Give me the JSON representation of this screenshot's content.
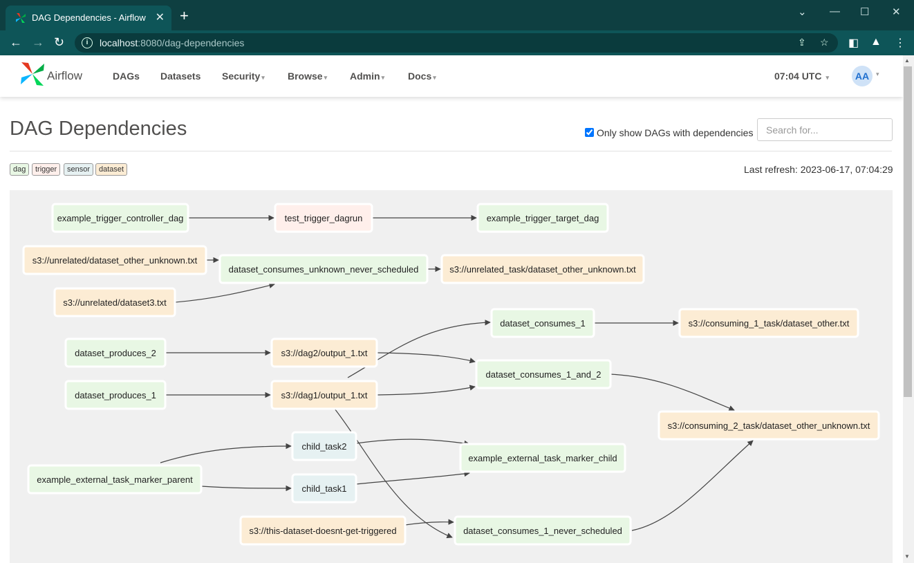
{
  "browser": {
    "tab_title": "DAG Dependencies - Airflow",
    "url_host": "localhost",
    "url_rest": ":8080/dag-dependencies"
  },
  "nav": {
    "logo_text": "Airflow",
    "items": [
      "DAGs",
      "Datasets",
      "Security",
      "Browse",
      "Admin",
      "Docs"
    ],
    "clock": "07:04 UTC",
    "avatar": "AA"
  },
  "page": {
    "title": "DAG Dependencies",
    "checkbox_label": "Only show DAGs with dependencies",
    "checkbox_checked": true,
    "search_placeholder": "Search for...",
    "last_refresh": "Last refresh: 2023-06-17, 07:04:29"
  },
  "legend": [
    {
      "label": "dag",
      "color": "#e8f7e4"
    },
    {
      "label": "trigger",
      "color": "#ffefeb"
    },
    {
      "label": "sensor",
      "color": "#e6f1f2"
    },
    {
      "label": "dataset",
      "color": "#fcecd4"
    }
  ],
  "colors": {
    "dag": "#e8f7e4",
    "trigger": "#ffefeb",
    "sensor": "#e6f1f2",
    "dataset": "#fcecd4",
    "accent": "#0e5558",
    "edge": "#444444"
  },
  "graph": {
    "nodes": [
      {
        "id": "n1",
        "label": "example_trigger_controller_dag",
        "kind": "dag"
      },
      {
        "id": "n2",
        "label": "test_trigger_dagrun",
        "kind": "trigger"
      },
      {
        "id": "n3",
        "label": "example_trigger_target_dag",
        "kind": "dag"
      },
      {
        "id": "n4",
        "label": "s3://unrelated/dataset_other_unknown.txt",
        "kind": "dataset"
      },
      {
        "id": "n5",
        "label": "dataset_consumes_unknown_never_scheduled",
        "kind": "dag"
      },
      {
        "id": "n6",
        "label": "s3://unrelated_task/dataset_other_unknown.txt",
        "kind": "dataset"
      },
      {
        "id": "n7",
        "label": "s3://unrelated/dataset3.txt",
        "kind": "dataset"
      },
      {
        "id": "n8",
        "label": "dataset_consumes_1",
        "kind": "dag"
      },
      {
        "id": "n9",
        "label": "s3://consuming_1_task/dataset_other.txt",
        "kind": "dataset"
      },
      {
        "id": "n10",
        "label": "dataset_produces_2",
        "kind": "dag"
      },
      {
        "id": "n11",
        "label": "s3://dag2/output_1.txt",
        "kind": "dataset"
      },
      {
        "id": "n12",
        "label": "dataset_consumes_1_and_2",
        "kind": "dag"
      },
      {
        "id": "n13",
        "label": "dataset_produces_1",
        "kind": "dag"
      },
      {
        "id": "n14",
        "label": "s3://dag1/output_1.txt",
        "kind": "dataset"
      },
      {
        "id": "n15",
        "label": "s3://consuming_2_task/dataset_other_unknown.txt",
        "kind": "dataset"
      },
      {
        "id": "n16",
        "label": "child_task2",
        "kind": "sensor"
      },
      {
        "id": "n17",
        "label": "example_external_task_marker_child",
        "kind": "dag"
      },
      {
        "id": "n18",
        "label": "example_external_task_marker_parent",
        "kind": "dag"
      },
      {
        "id": "n19",
        "label": "child_task1",
        "kind": "sensor"
      },
      {
        "id": "n20",
        "label": "s3://this-dataset-doesnt-get-triggered",
        "kind": "dataset"
      },
      {
        "id": "n21",
        "label": "dataset_consumes_1_never_scheduled",
        "kind": "dag"
      }
    ],
    "edges": [
      [
        "n1",
        "n2"
      ],
      [
        "n2",
        "n3"
      ],
      [
        "n4",
        "n5"
      ],
      [
        "n7",
        "n5"
      ],
      [
        "n5",
        "n6"
      ],
      [
        "n8",
        "n9"
      ],
      [
        "n10",
        "n11"
      ],
      [
        "n11",
        "n12"
      ],
      [
        "n13",
        "n14"
      ],
      [
        "n14",
        "n12"
      ],
      [
        "n14",
        "n8"
      ],
      [
        "n14",
        "n21"
      ],
      [
        "n12",
        "n15"
      ],
      [
        "n21",
        "n15"
      ],
      [
        "n18",
        "n16"
      ],
      [
        "n18",
        "n19"
      ],
      [
        "n16",
        "n17"
      ],
      [
        "n19",
        "n17"
      ],
      [
        "n20",
        "n21"
      ]
    ]
  }
}
